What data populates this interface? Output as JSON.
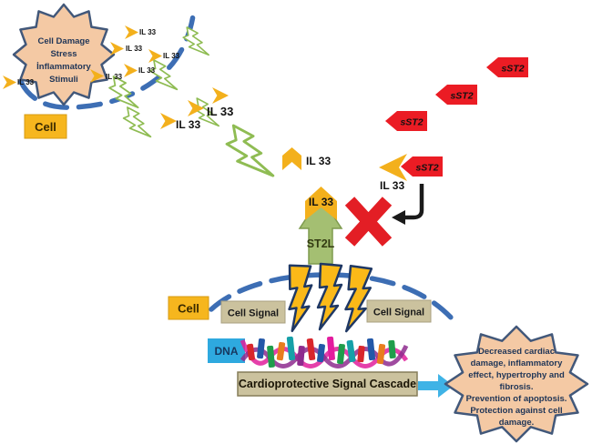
{
  "labels": {
    "il33": "IL 33",
    "sst2": "sST2",
    "cell": "Cell",
    "st2l": "ST2L",
    "cell_signal": "Cell Signal",
    "dna": "DNA",
    "cascade": "Cardioprotective Signal Cascade"
  },
  "stimulus_burst": {
    "lines": [
      "Cell Damage",
      "Stress",
      "İnflammatory",
      "Stimuli"
    ]
  },
  "outcome_burst": {
    "lines": [
      "Decreased cardiac",
      "damage, inflammatory",
      "effect, hypertrophy and",
      "fibrosis.",
      "Prevention of apoptosis.",
      "Protection against cell",
      "damage."
    ]
  },
  "colors": {
    "membrane_blue": "#3D6EB4",
    "il33_gold": "#F3B01C",
    "sst2_red": "#EB1C24",
    "st2l_green": "#A4BF72",
    "lightning_green": "#8FBC53",
    "lightning_yellow": "#FBB918",
    "signal_box_tan": "#CBC29E",
    "dna_box_blue": "#2EA9DF",
    "result_arrow_cyan": "#3FB3E6",
    "burst_fill_peach": "#F4C9A4",
    "burst_border_navy": "#42587A",
    "x_red": "#E31E25"
  }
}
